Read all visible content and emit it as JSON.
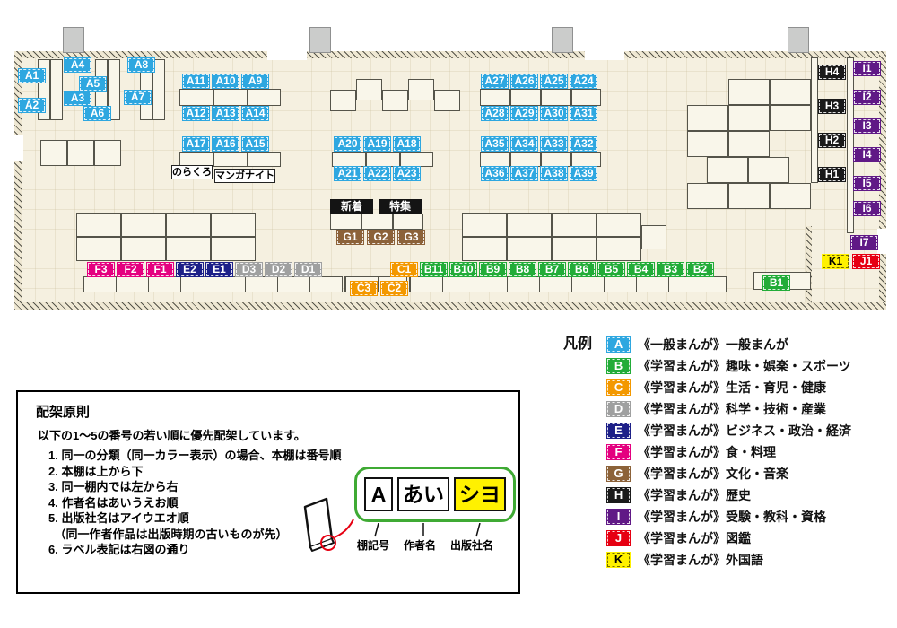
{
  "map": {
    "categories": {
      "A": {
        "color": "#2EA7E0",
        "text_color": "#FFFFFF"
      },
      "B": {
        "color": "#22AC38",
        "text_color": "#FFFFFF"
      },
      "C": {
        "color": "#F39800",
        "text_color": "#FFFFFF"
      },
      "D": {
        "color": "#9FA0A0",
        "text_color": "#FFFFFF"
      },
      "E": {
        "color": "#1D2088",
        "text_color": "#FFFFFF"
      },
      "F": {
        "color": "#E4007F",
        "text_color": "#FFFFFF"
      },
      "G": {
        "color": "#8C6239",
        "text_color": "#FFFFFF"
      },
      "H": {
        "color": "#1A1A1A",
        "text_color": "#FFFFFF"
      },
      "I": {
        "color": "#601986",
        "text_color": "#FFFFFF"
      },
      "J": {
        "color": "#E60012",
        "text_color": "#FFFFFF"
      },
      "K": {
        "color": "#FFF100",
        "text_color": "#000000"
      }
    },
    "shelf_labels": [
      "A1",
      "A2",
      "A4",
      "A5",
      "A3",
      "A6",
      "A8",
      "A7",
      "A11",
      "A10",
      "A9",
      "A12",
      "A13",
      "A14",
      "A17",
      "A16",
      "A15",
      "A20",
      "A19",
      "A18",
      "A21",
      "A22",
      "A23",
      "A27",
      "A26",
      "A25",
      "A24",
      "A28",
      "A29",
      "A30",
      "A31",
      "A35",
      "A34",
      "A33",
      "A32",
      "A36",
      "A37",
      "A38",
      "A39",
      "G1",
      "G2",
      "G3",
      "F3",
      "F2",
      "F1",
      "E2",
      "E1",
      "D3",
      "D2",
      "D1",
      "C1",
      "B11",
      "B10",
      "B9",
      "B8",
      "B7",
      "B6",
      "B5",
      "B4",
      "B3",
      "B2",
      "C3",
      "C2",
      "B1",
      "K1",
      "J1",
      "I7",
      "H4",
      "H3",
      "H2",
      "H1",
      "I1",
      "I2",
      "I3",
      "I4",
      "I5",
      "I6"
    ],
    "sign_labels": [
      {
        "text": "のらくろ",
        "style": "white"
      },
      {
        "text": "マンガナイト",
        "style": "white"
      },
      {
        "text": "新着",
        "style": "black"
      },
      {
        "text": "特集",
        "style": "black"
      }
    ]
  },
  "legend": {
    "title": "凡例",
    "items": [
      {
        "letter": "A",
        "group": "《一般まんが》",
        "label": "一般まんが"
      },
      {
        "letter": "B",
        "group": "《学習まんが》",
        "label": "趣味・娯楽・スポーツ"
      },
      {
        "letter": "C",
        "group": "《学習まんが》",
        "label": "生活・育児・健康"
      },
      {
        "letter": "D",
        "group": "《学習まんが》",
        "label": "科学・技術・産業"
      },
      {
        "letter": "E",
        "group": "《学習まんが》",
        "label": "ビジネス・政治・経済"
      },
      {
        "letter": "F",
        "group": "《学習まんが》",
        "label": "食・料理"
      },
      {
        "letter": "G",
        "group": "《学習まんが》",
        "label": "文化・音楽"
      },
      {
        "letter": "H",
        "group": "《学習まんが》",
        "label": "歴史"
      },
      {
        "letter": "I",
        "group": "《学習まんが》",
        "label": "受験・教科・資格"
      },
      {
        "letter": "J",
        "group": "《学習まんが》",
        "label": "図鑑"
      },
      {
        "letter": "K",
        "group": "《学習まんが》",
        "label": "外国語"
      }
    ]
  },
  "principles": {
    "title": "配架原則",
    "intro": "以下の1～5の番号の若い順に優先配架しています。",
    "items": [
      "1. 同一の分類（同一カラー表示）の場合、本棚は番号順",
      "2. 本棚は上から下",
      "3. 同一棚内では左から右",
      "4. 作者名はあいうえお順",
      "5. 出版社名はアイウエオ順",
      "　（同一作者作品は出版時期の古いものが先）",
      "6. ラベル表記は右図の通り"
    ],
    "label_example": {
      "shelf_code": "A",
      "author": "あい",
      "publisher": "シヨ",
      "captions": [
        "棚記号",
        "作者名",
        "出版社名"
      ]
    }
  }
}
